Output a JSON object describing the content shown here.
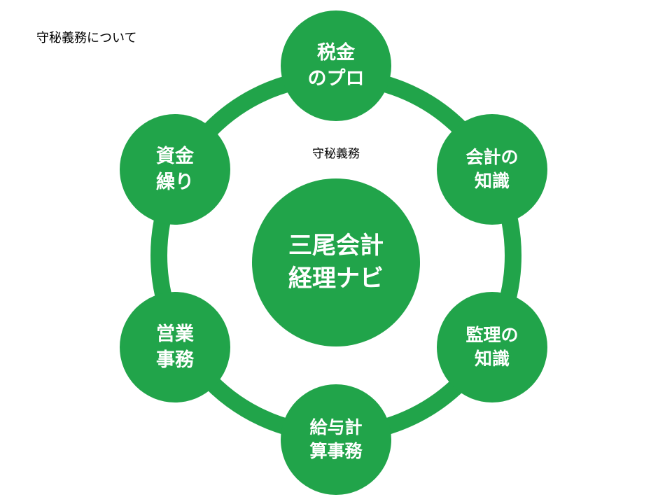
{
  "heading": "守秘義務について",
  "center_caption": "守秘義務",
  "hub": {
    "line1": "三尾会計",
    "line2": "経理ナビ"
  },
  "nodes": [
    {
      "id": "top",
      "line1": "税金",
      "line2": "のプロ"
    },
    {
      "id": "ur",
      "line1": "会計の",
      "line2": "知識"
    },
    {
      "id": "lr",
      "line1": "監理の",
      "line2": "知識"
    },
    {
      "id": "bottom",
      "line1": "給与計",
      "line2": "算事務"
    },
    {
      "id": "ll",
      "line1": "営業",
      "line2": "事務"
    },
    {
      "id": "ul",
      "line1": "資金",
      "line2": "繰り"
    }
  ],
  "colors": {
    "green": "#21a44a",
    "text_on_green": "#ffffff",
    "ring": "#21a44a"
  }
}
